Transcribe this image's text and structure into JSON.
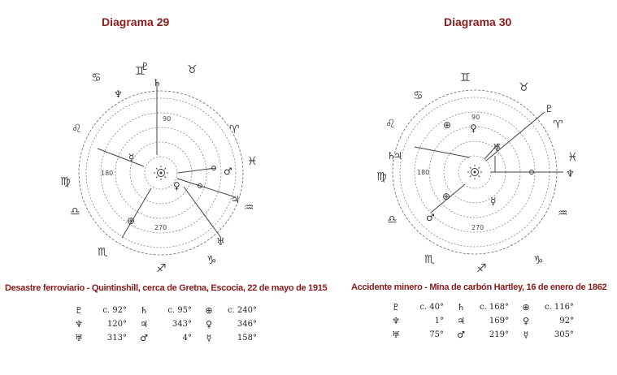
{
  "diagram29": {
    "title": "Diagrama 29",
    "caption": "Desastre ferroviario - Quintinshill, cerca de Gretna, Escocia, 22 de mayo de 1915",
    "ring_labels": {
      "top": "90",
      "left": "180",
      "bottom": "270"
    },
    "signs": [
      "♊",
      "♋",
      "♌",
      "♍",
      "♎",
      "♏",
      "♐",
      "♑",
      "♒",
      "♓",
      "♈",
      "♉"
    ],
    "legend": [
      [
        {
          "sym": "♇",
          "val": "c.  92°"
        },
        {
          "sym": "♄",
          "val": "c.  95°"
        },
        {
          "sym": "⊕",
          "val": "c.  240°"
        }
      ],
      [
        {
          "sym": "♆",
          "val": "120°"
        },
        {
          "sym": "♃",
          "val": "343°"
        },
        {
          "sym": "♀",
          "val": "346°"
        }
      ],
      [
        {
          "sym": "♅",
          "val": "313°"
        },
        {
          "sym": "♂",
          "val": "4°"
        },
        {
          "sym": "☿",
          "val": "158°"
        }
      ]
    ]
  },
  "diagram30": {
    "title": "Diagrama 30",
    "caption": "Accidente minero - Mina de carbón Hartley, 16 de enero de 1862",
    "ring_labels": {
      "top": "90",
      "left": "180",
      "bottom": "270"
    },
    "signs": [
      "♊",
      "♋",
      "♌",
      "♍",
      "♎",
      "♏",
      "♐",
      "♑",
      "♒",
      "♓",
      "♈",
      "♉"
    ],
    "legend": [
      [
        {
          "sym": "♇",
          "val": "c.  40°"
        },
        {
          "sym": "♄",
          "val": "c.  168°"
        },
        {
          "sym": "⊕",
          "val": "c.  116°"
        }
      ],
      [
        {
          "sym": "♆",
          "val": "1°"
        },
        {
          "sym": "♃",
          "val": "169°"
        },
        {
          "sym": "♀",
          "val": "92°"
        }
      ],
      [
        {
          "sym": "♅",
          "val": "75°"
        },
        {
          "sym": "♂",
          "val": "219°"
        },
        {
          "sym": "☿",
          "val": "305°"
        }
      ]
    ]
  }
}
